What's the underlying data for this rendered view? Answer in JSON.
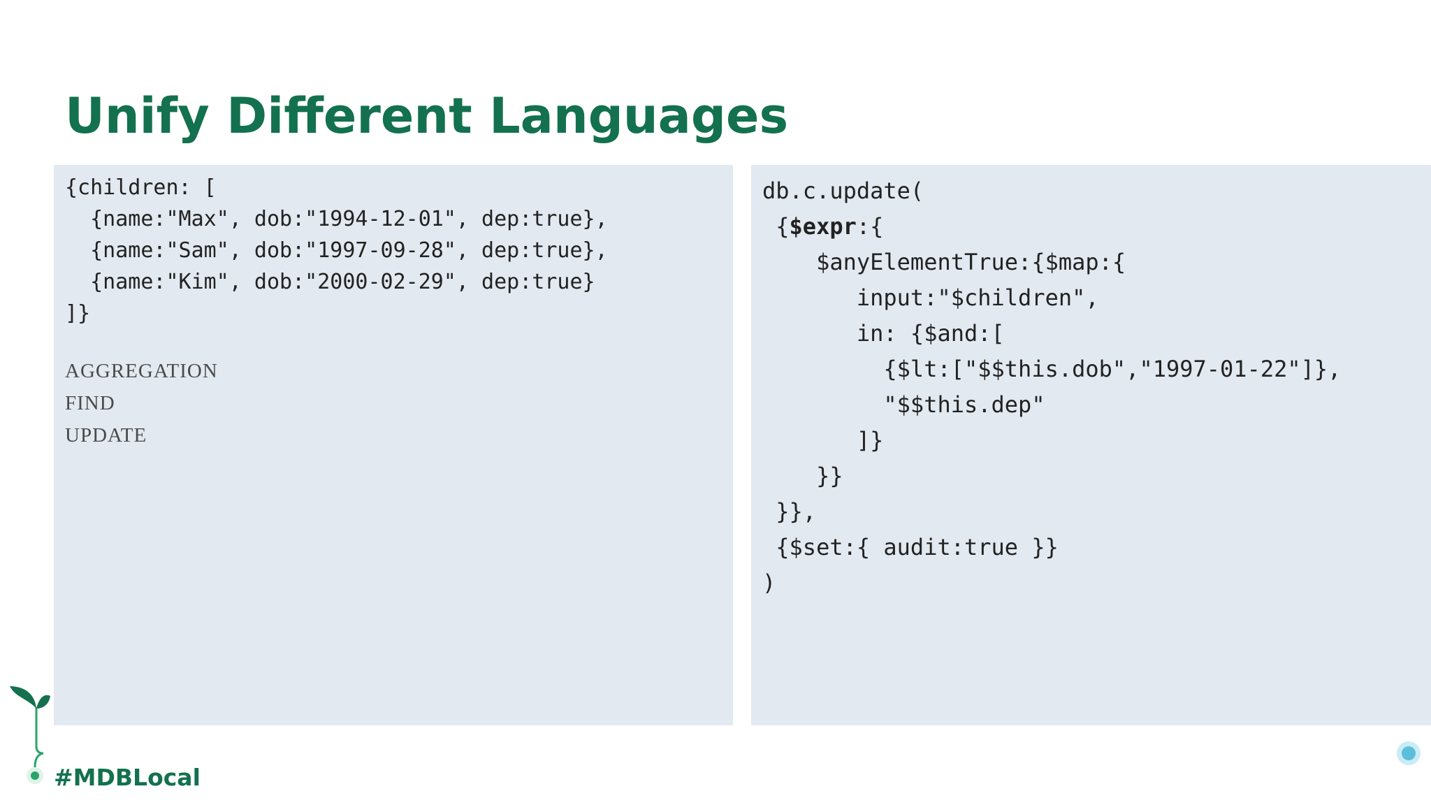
{
  "slide": {
    "title": "Unify Different Languages",
    "hashtag": "#MDBLocal"
  },
  "left_panel": {
    "code": "{children: [\n  {name:\"Max\", dob:\"1994-12-01\", dep:true},\n  {name:\"Sam\", dob:\"1997-09-28\", dep:true},\n  {name:\"Kim\", dob:\"2000-02-29\", dep:true}\n]}",
    "operations": [
      "AGGREGATION",
      "FIND",
      "UPDATE"
    ]
  },
  "right_panel": {
    "line_1": "db.c.update(",
    "line_2_prefix": " {",
    "line_2_keyword": "$expr",
    "line_2_suffix": ":{",
    "rest": "    $anyElementTrue:{$map:{\n       input:\"$children\",\n       in: {$and:[\n         {$lt:[\"$$this.dob\",\"1997-01-22\"]},\n         \"$$this.dep\"\n       ]}\n    }}\n }},\n {$set:{ audit:true }}\n)"
  },
  "colors": {
    "title": "#13714f",
    "panel_bg": "#e3e9f0",
    "timeline_line_start": "#2aa46a",
    "timeline_line_end": "#9cd6e6",
    "end_dot": "#5bbfdc"
  },
  "icons": {
    "sprout": "sprout-icon",
    "timeline_dot": "timeline-start-dot-icon",
    "timeline_end": "timeline-end-dot-icon"
  }
}
